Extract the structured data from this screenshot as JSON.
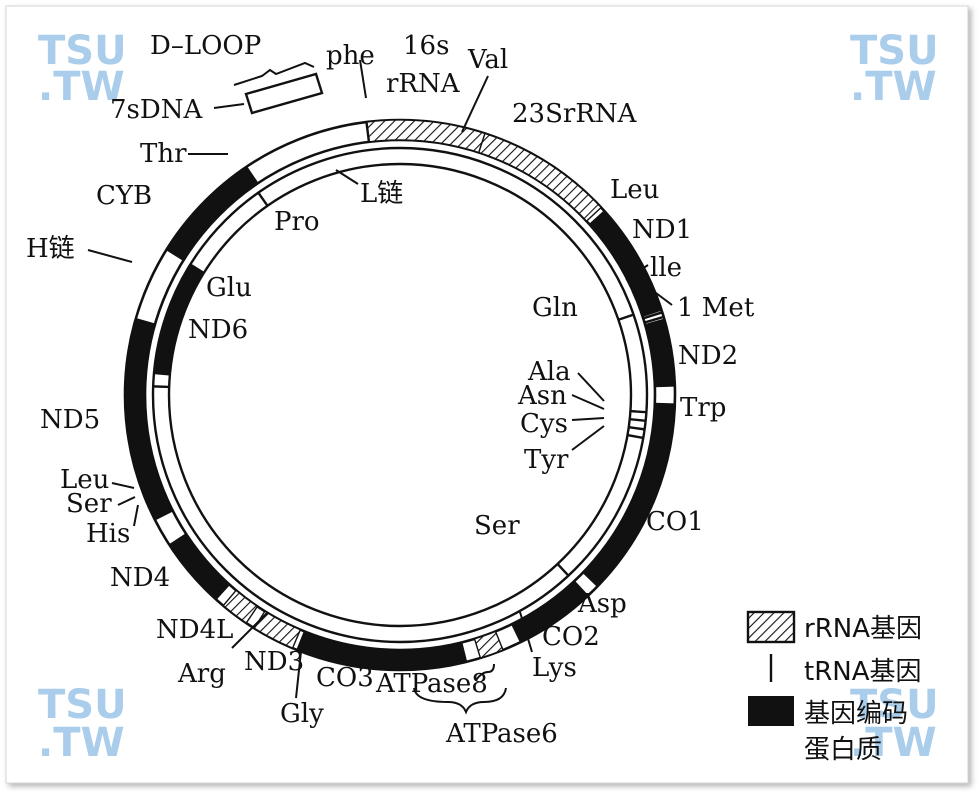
{
  "watermarks": [
    {
      "line1": "TSU",
      "line2": ".TW"
    },
    {
      "line1": "TSU",
      "line2": ".TW"
    },
    {
      "line1": "TSU",
      "line2": ".TW"
    },
    {
      "line1": "TSU",
      "line2": ".TW"
    }
  ],
  "outer_labels": {
    "d_loop": "D–LOOP",
    "phe": "phe",
    "rrna16s_a": "16s",
    "rrna16s_b": "rRNA",
    "val": "Val",
    "rrna23s": "23SrRNA",
    "dna7s": "7sDNA",
    "thr": "Thr",
    "cyb": "CYB",
    "h_chain": "H链",
    "leu_r": "Leu",
    "nd1": "ND1",
    "ile": "lle",
    "met": "1 Met",
    "nd2": "ND2",
    "trp": "Trp",
    "co1": "CO1",
    "asp": "Asp",
    "co2": "CO2",
    "lys": "Lys",
    "atpase8": "ATPase8",
    "atpase6": "ATPase6",
    "co3": "CO3",
    "gly": "Gly",
    "nd3": "ND3",
    "arg": "Arg",
    "nd4l": "ND4L",
    "nd4": "ND4",
    "his": "His",
    "ser_l": "Ser",
    "leu_l": "Leu",
    "nd5": "ND5"
  },
  "inner_labels": {
    "pro": "Pro",
    "l_chain": "L链",
    "glu": "Glu",
    "nd6": "ND6",
    "gln": "Gln",
    "ala": "Ala",
    "asn": "Asn",
    "cys": "Cys",
    "tyr": "Tyr",
    "ser": "Ser"
  },
  "legend": {
    "rrna": "rRNA基因",
    "trna": "tRNA基因",
    "protein_line1": "基因编码",
    "protein_line2": "蛋白质"
  },
  "colors": {
    "ink": "#111111",
    "background": "#ffffff",
    "watermark": "#a9cdea"
  }
}
